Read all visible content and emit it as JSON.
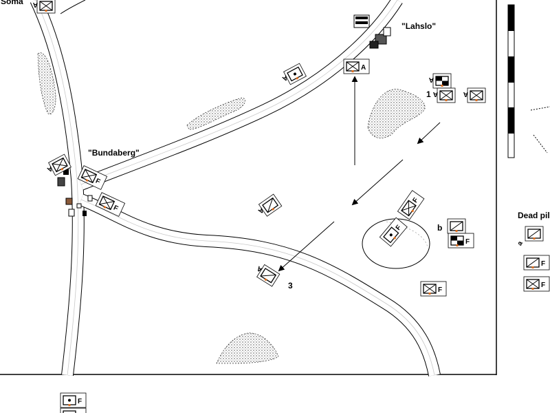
{
  "places": {
    "soma": "Soma",
    "lahslo": "\"Lahslo\"",
    "bundaberg": "\"Bundaberg\""
  },
  "legend": {
    "title": "Dead pile",
    "marker": "a"
  },
  "unit_markers": {
    "one": "1",
    "three": "3",
    "b": "b"
  },
  "unit_suffixes": {
    "a": "A",
    "f": "F"
  },
  "colors": {
    "ink": "#000000",
    "road_center": "#c8c8c8",
    "orange_marker": "#e07020",
    "stipple": "#444444"
  },
  "icons": {
    "unit_infantry": "x-box-icon",
    "unit_armor": "dot-box-icon",
    "unit_artillery": "slash-box-icon",
    "hq_flag": "checker-flag-icon",
    "movement": "arrow-icon",
    "scale_bar": "scale-bar-icon"
  }
}
